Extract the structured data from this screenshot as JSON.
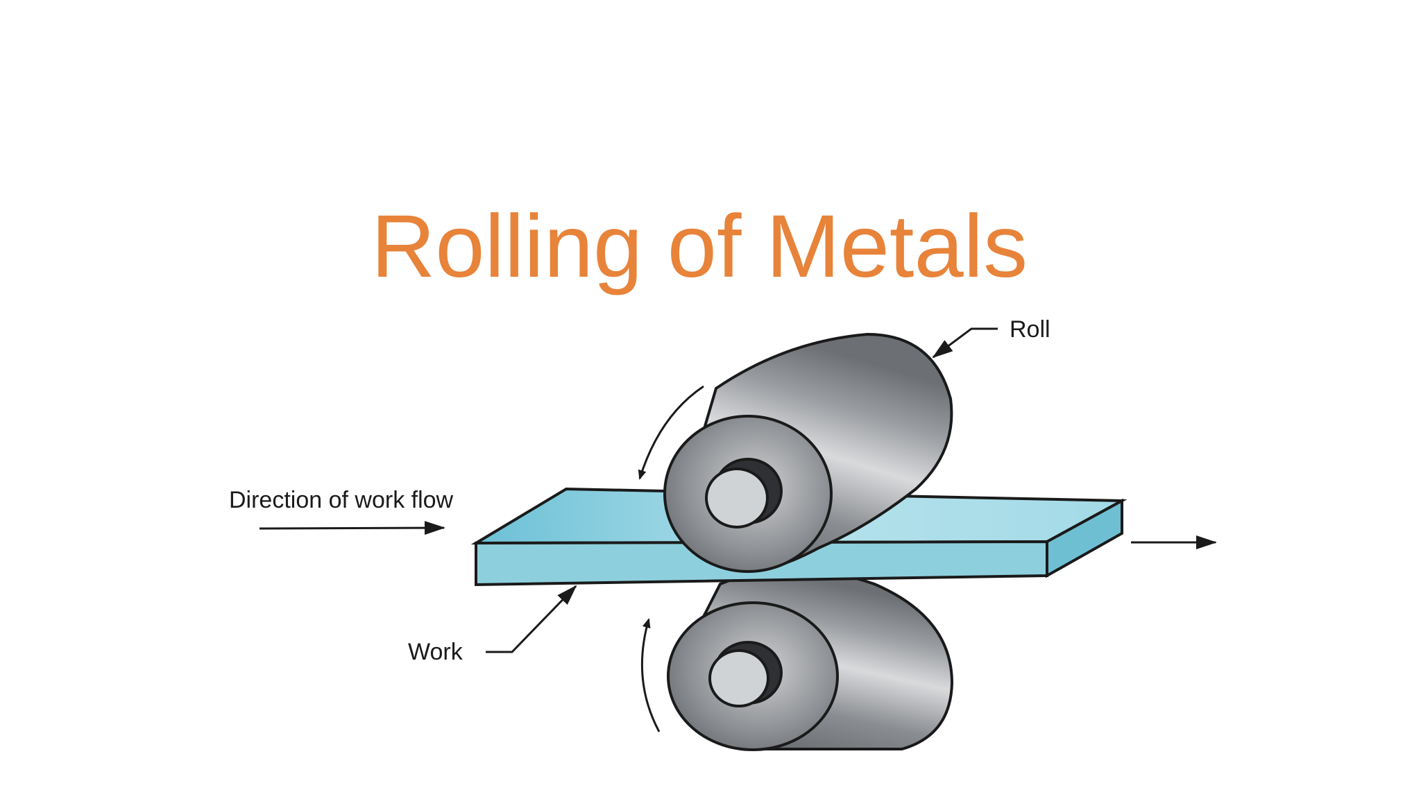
{
  "slide": {
    "title": "Rolling of Metals"
  },
  "diagram": {
    "labels": {
      "roll": "Roll",
      "direction": "Direction of work flow",
      "work": "Work"
    },
    "colors": {
      "title": "#E8833A",
      "work_piece": "#8FD0DE",
      "work_piece_top": "#A6DCE8",
      "roll_shade": "#6F7276",
      "outline": "#1a1a1a"
    }
  }
}
